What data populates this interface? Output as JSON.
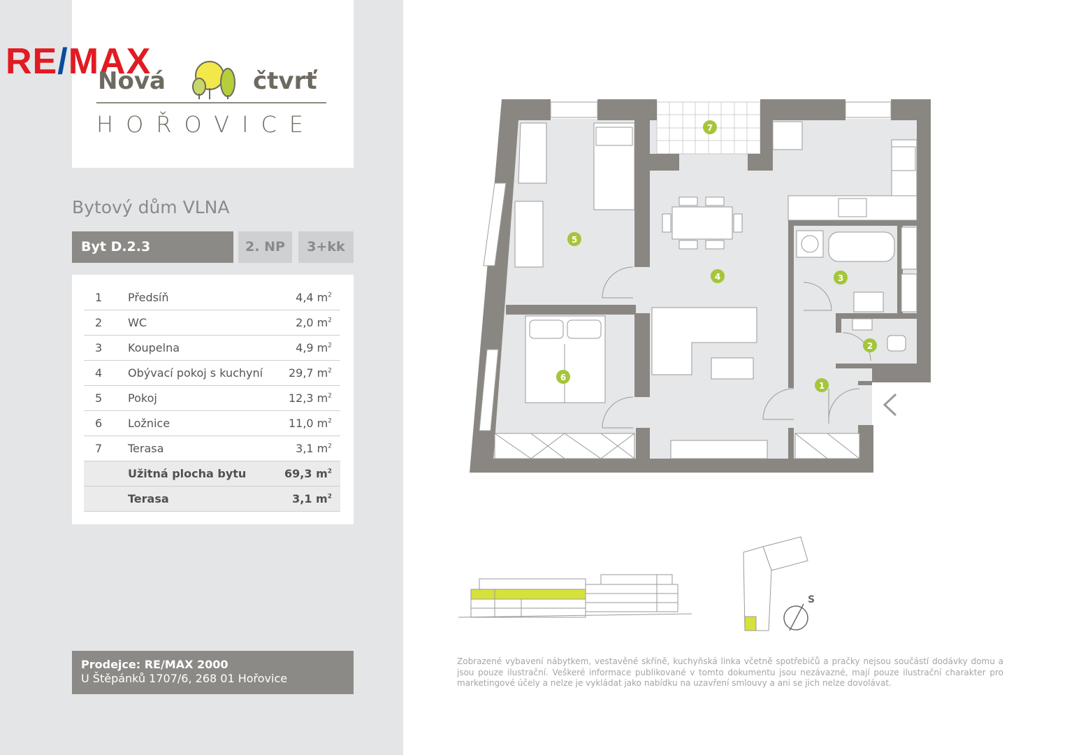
{
  "brand": {
    "remax_left": "RE",
    "remax_slash": "/",
    "remax_right": "MAX",
    "project_word1": "Nová",
    "project_word2": "čtvrť",
    "city": "HOŘOVICE"
  },
  "building": {
    "title": "Bytový dům VLNA"
  },
  "unit": {
    "id": "Byt D.2.3",
    "floor": "2. NP",
    "type": "3+kk"
  },
  "rooms": [
    {
      "num": "1",
      "name": "Předsíň",
      "area": "4,4 m",
      "unit_sup": "2"
    },
    {
      "num": "2",
      "name": "WC",
      "area": "2,0 m",
      "unit_sup": "2"
    },
    {
      "num": "3",
      "name": "Koupelna",
      "area": "4,9 m",
      "unit_sup": "2"
    },
    {
      "num": "4",
      "name": "Obývací pokoj s kuchyní",
      "area": "29,7 m",
      "unit_sup": "2"
    },
    {
      "num": "5",
      "name": "Pokoj",
      "area": "12,3 m",
      "unit_sup": "2"
    },
    {
      "num": "6",
      "name": "Ložnice",
      "area": "11,0 m",
      "unit_sup": "2"
    },
    {
      "num": "7",
      "name": "Terasa",
      "area": "3,1 m",
      "unit_sup": "2"
    }
  ],
  "totals": [
    {
      "name": "Užitná plocha bytu",
      "area": "69,3 m",
      "unit_sup": "2"
    },
    {
      "name": "Terasa",
      "area": "3,1 m",
      "unit_sup": "2"
    }
  ],
  "seller": {
    "line1": "Prodejce: RE/MAX 2000",
    "line2": "U Štěpánků 1707/6, 268 01 Hořovice"
  },
  "plan_markers": [
    "1",
    "2",
    "3",
    "4",
    "5",
    "6",
    "7"
  ],
  "compass": {
    "label": "S"
  },
  "colors": {
    "marker": "#a5c53a",
    "wall": "#8a8782",
    "highlight": "#d6e23a",
    "remax_red": "#e11b22",
    "remax_blue": "#0b4b9c"
  },
  "disclaimer": "Zobrazené vybavení nábytkem, vestavěné skříně, kuchyňská linka včetně spotřebičů a pračky nejsou součástí dodávky domu a jsou pouze ilustrační. Veškeré informace publikované v tomto dokumentu jsou nezávazné, mají pouze ilustrační charakter pro marketingové účely a nelze je vykládat jako nabídku na uzavření smlouvy a ani se jich nelze dovolávat."
}
